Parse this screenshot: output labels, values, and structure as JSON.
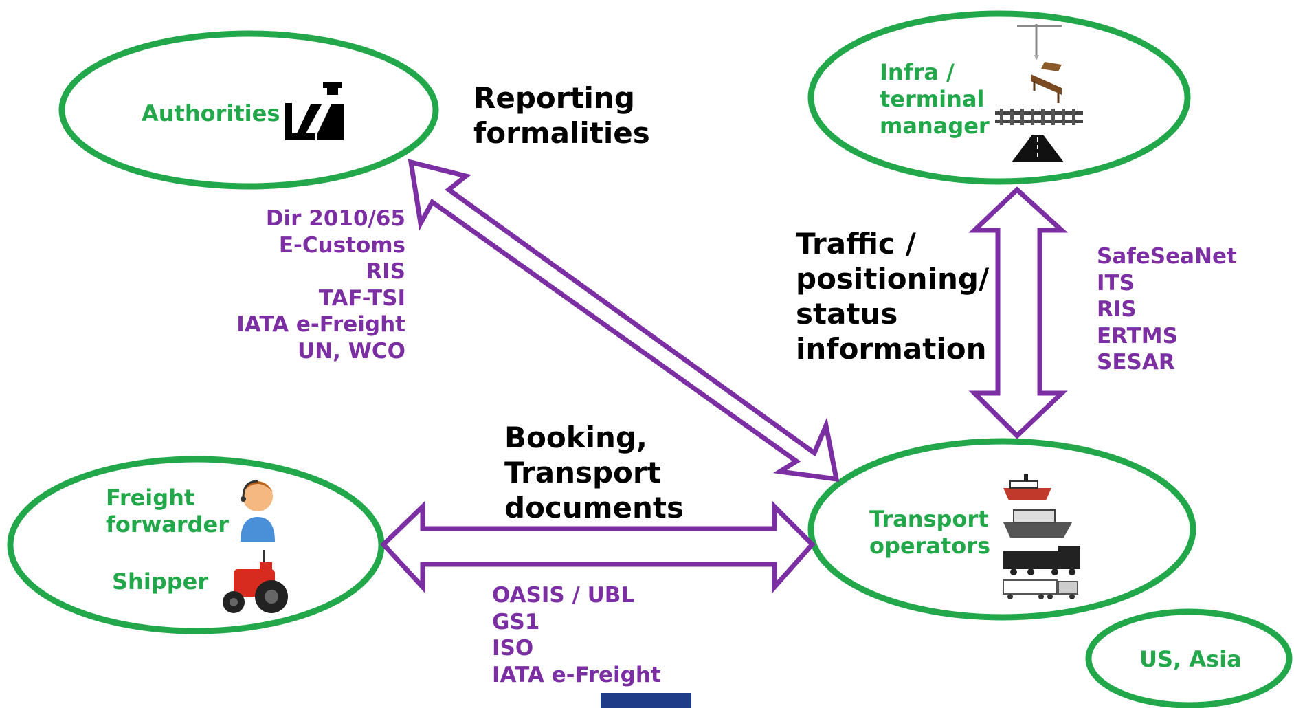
{
  "colors": {
    "ellipse_stroke": "#22a84a",
    "arrow_stroke": "#7b2fa3",
    "actor_text": "#22a84a",
    "standards_text": "#7b2fa3",
    "flow_text": "#000000",
    "footer_block": "#1f3c88"
  },
  "actors": {
    "authorities": "Authorities",
    "infra": "Infra /\nterminal\nmanager",
    "freight_forwarder": "Freight\nforwarder",
    "shipper": "Shipper",
    "transport_operators": "Transport\noperators",
    "us_asia": "US, Asia"
  },
  "flows": {
    "reporting": "Reporting\nformalities",
    "traffic": "Traffic /\npositioning/\nstatus\ninformation",
    "booking": "Booking,\nTransport\ndocuments"
  },
  "standards": {
    "reporting": "Dir 2010/65\nE-Customs\nRIS\nTAF-TSI\nIATA e-Freight\nUN, WCO",
    "traffic": "SafeSeaNet\nITS\nRIS\nERTMS\nSESAR",
    "booking": "OASIS / UBL\nGS1\nISO\nIATA e-Freight"
  },
  "icons": {
    "authorities": "customs-officer-icon",
    "infra": "infrastructure-icon",
    "freight_forwarder": "operator-headset-icon",
    "shipper": "tractor-icon",
    "transport_operators": "transport-modes-icon"
  }
}
